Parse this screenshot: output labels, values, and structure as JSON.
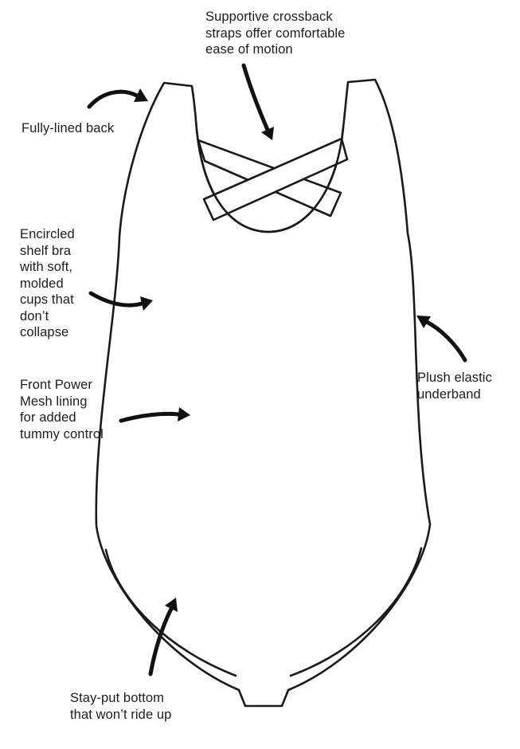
{
  "diagram": {
    "subject": "one-piece swimsuit feature callout diagram",
    "ink_color": "#1a1a1a",
    "background_color": "#ffffff",
    "labels": {
      "crossback": "Supportive crossback\nstraps offer comfortable\nease of motion",
      "fully_lined": "Fully-lined back",
      "shelf_bra": "Encircled\nshelf bra\nwith soft,\nmolded\ncups that\ndon’t\ncollapse",
      "power_mesh": "Front Power\nMesh lining\nfor added\ntummy control",
      "underband": "Plush elastic\nunderband",
      "stay_put": "Stay-put bottom\nthat won’t ride up"
    }
  }
}
